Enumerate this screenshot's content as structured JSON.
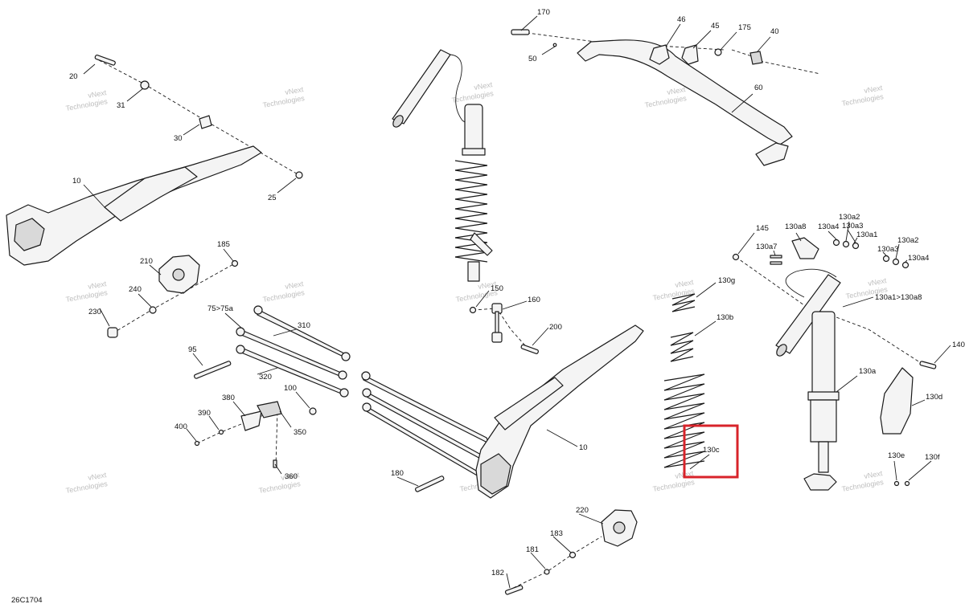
{
  "diagram_code": "26C1704",
  "watermark": [
    "vNext",
    "Technologies"
  ],
  "highlight_color": "#d8232a",
  "callouts": {
    "c170": "170",
    "c46": "46",
    "c45": "45",
    "c175": "175",
    "c40": "40",
    "c50": "50",
    "c60": "60",
    "c20": "20",
    "c31": "31",
    "c30": "30",
    "c10a": "10",
    "c25": "25",
    "c185": "185",
    "c210": "210",
    "c240": "240",
    "c230": "230",
    "c75": "75>75a",
    "c310": "310",
    "c95": "95",
    "c320": "320",
    "c380": "380",
    "c100": "100",
    "c390": "390",
    "c400": "400",
    "c350": "350",
    "c360": "360",
    "c150": "150",
    "c160": "160",
    "c200": "200",
    "c10b": "10",
    "c180": "180",
    "c220": "220",
    "c183": "183",
    "c181": "181",
    "c182": "182",
    "c130g": "130g",
    "c130b": "130b",
    "c130c": "130c",
    "c145": "145",
    "c130a8": "130a8",
    "c130a4a": "130a4",
    "c130a2a": "130a2",
    "c130a3a": "130a3",
    "c130a1": "130a1",
    "c130a7": "130a7",
    "c130a3b": "130a3",
    "c130a2b": "130a2",
    "c130a4b": "130a4",
    "c130a1to8": "130a1>130a8",
    "c140": "140",
    "c130a": "130a",
    "c130d": "130d",
    "c130e": "130e",
    "c130f": "130f"
  }
}
